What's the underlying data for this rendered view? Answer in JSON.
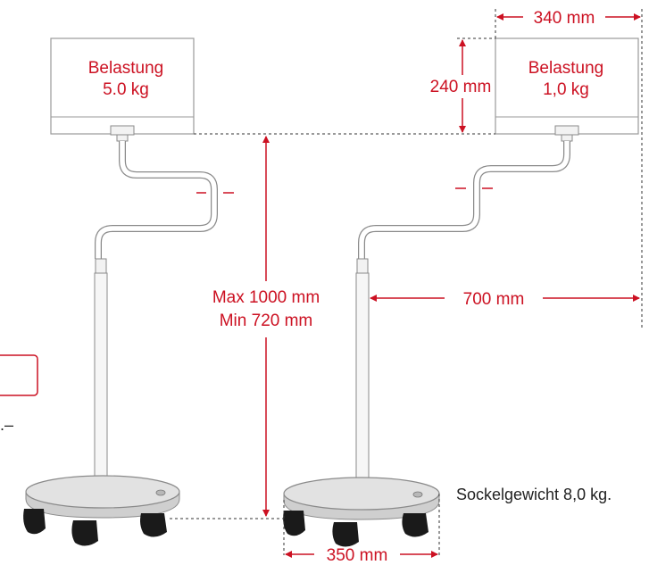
{
  "colors": {
    "accent_red": "#cc1122",
    "outline": "#9a9a9a",
    "pole_fill": "#e8e8e8",
    "wheel": "#1a1a1a",
    "base_fill": "#d6d6d6"
  },
  "left_stand": {
    "load_line1": "Belastung",
    "load_line2": "5.0 kg"
  },
  "right_stand": {
    "load_line1": "Belastung",
    "load_line2": "1,0 kg"
  },
  "dimensions": {
    "box_width": "340 mm",
    "box_height": "240 mm",
    "height_max": "Max 1000 mm",
    "height_min": "Min 720 mm",
    "reach": "700 mm",
    "base_diameter": "350 mm"
  },
  "base_weight": "Sockelgewicht 8,0 kg.",
  "cut_marker": ".–"
}
